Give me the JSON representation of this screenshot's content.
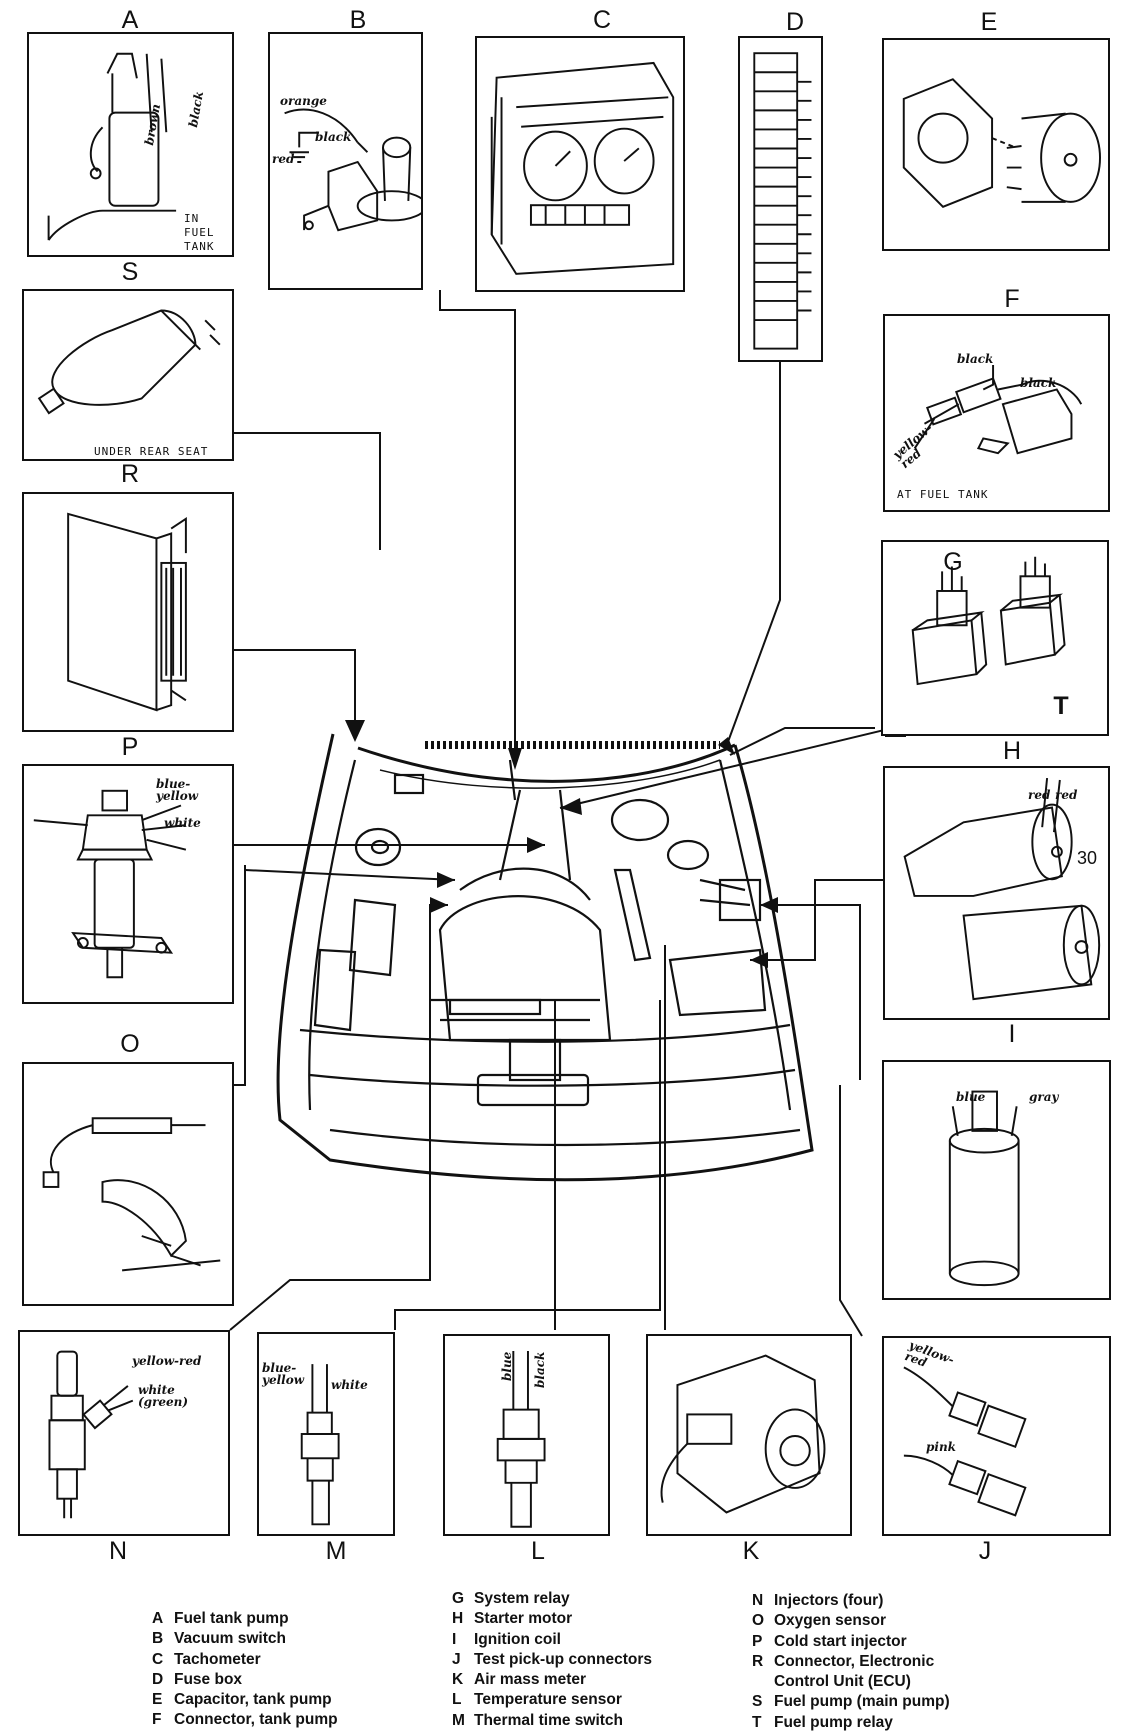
{
  "panels": {
    "A": {
      "letter": "A",
      "caption": "IN\nFUEL\nTANK",
      "wires": {
        "brown": "brown",
        "black": "black"
      }
    },
    "B": {
      "letter": "B",
      "wires": {
        "orange": "orange",
        "red": "red",
        "black": "black"
      }
    },
    "C": {
      "letter": "C"
    },
    "D": {
      "letter": "D"
    },
    "E": {
      "letter": "E"
    },
    "F": {
      "letter": "F",
      "caption": "AT FUEL TANK",
      "wires": {
        "black1": "black",
        "black2": "black",
        "yellow_red": "yellow-\nred"
      }
    },
    "G": {
      "letter": "G",
      "letter2": "T"
    },
    "H": {
      "letter": "H",
      "wires": {
        "red1": "red",
        "red2": "red",
        "term": "30"
      }
    },
    "I": {
      "letter": "I",
      "wires": {
        "blue": "blue",
        "gray": "gray"
      }
    },
    "J": {
      "letter": "J",
      "wires": {
        "yellow_red": "yellow-\nred",
        "pink": "pink"
      }
    },
    "K": {
      "letter": "K"
    },
    "L": {
      "letter": "L",
      "wires": {
        "blue": "blue",
        "black": "black"
      }
    },
    "M": {
      "letter": "M",
      "wires": {
        "blue_yellow": "blue-\nyellow",
        "white": "white"
      }
    },
    "N": {
      "letter": "N",
      "wires": {
        "yellow_red": "yellow-red",
        "white": "white\n(green)"
      }
    },
    "O": {
      "letter": "O"
    },
    "P": {
      "letter": "P",
      "wires": {
        "blue_yellow": "blue-\nyellow",
        "white": "white"
      }
    },
    "R": {
      "letter": "R"
    },
    "S": {
      "letter": "S",
      "caption": "UNDER REAR SEAT"
    }
  },
  "legend": {
    "col1": [
      {
        "key": "A",
        "text": "Fuel tank pump"
      },
      {
        "key": "B",
        "text": "Vacuum switch"
      },
      {
        "key": "C",
        "text": "Tachometer"
      },
      {
        "key": "D",
        "text": "Fuse box"
      },
      {
        "key": "E",
        "text": "Capacitor, tank pump"
      },
      {
        "key": "F",
        "text": "Connector, tank pump"
      }
    ],
    "col2": [
      {
        "key": "G",
        "text": "System relay"
      },
      {
        "key": "H",
        "text": "Starter motor"
      },
      {
        "key": "I",
        "text": "Ignition coil"
      },
      {
        "key": "J",
        "text": "Test pick-up connectors"
      },
      {
        "key": "K",
        "text": "Air mass meter"
      },
      {
        "key": "L",
        "text": "Temperature sensor"
      },
      {
        "key": "M",
        "text": "Thermal time switch"
      }
    ],
    "col3": [
      {
        "key": "N",
        "text": "Injectors (four)"
      },
      {
        "key": "O",
        "text": "Oxygen sensor"
      },
      {
        "key": "P",
        "text": "Cold start injector"
      },
      {
        "key": "R",
        "text": "Connector, Electronic",
        "cont": "Control Unit (ECU)"
      },
      {
        "key": "S",
        "text": "Fuel pump (main pump)"
      },
      {
        "key": "T",
        "text": "Fuel pump relay"
      }
    ]
  }
}
